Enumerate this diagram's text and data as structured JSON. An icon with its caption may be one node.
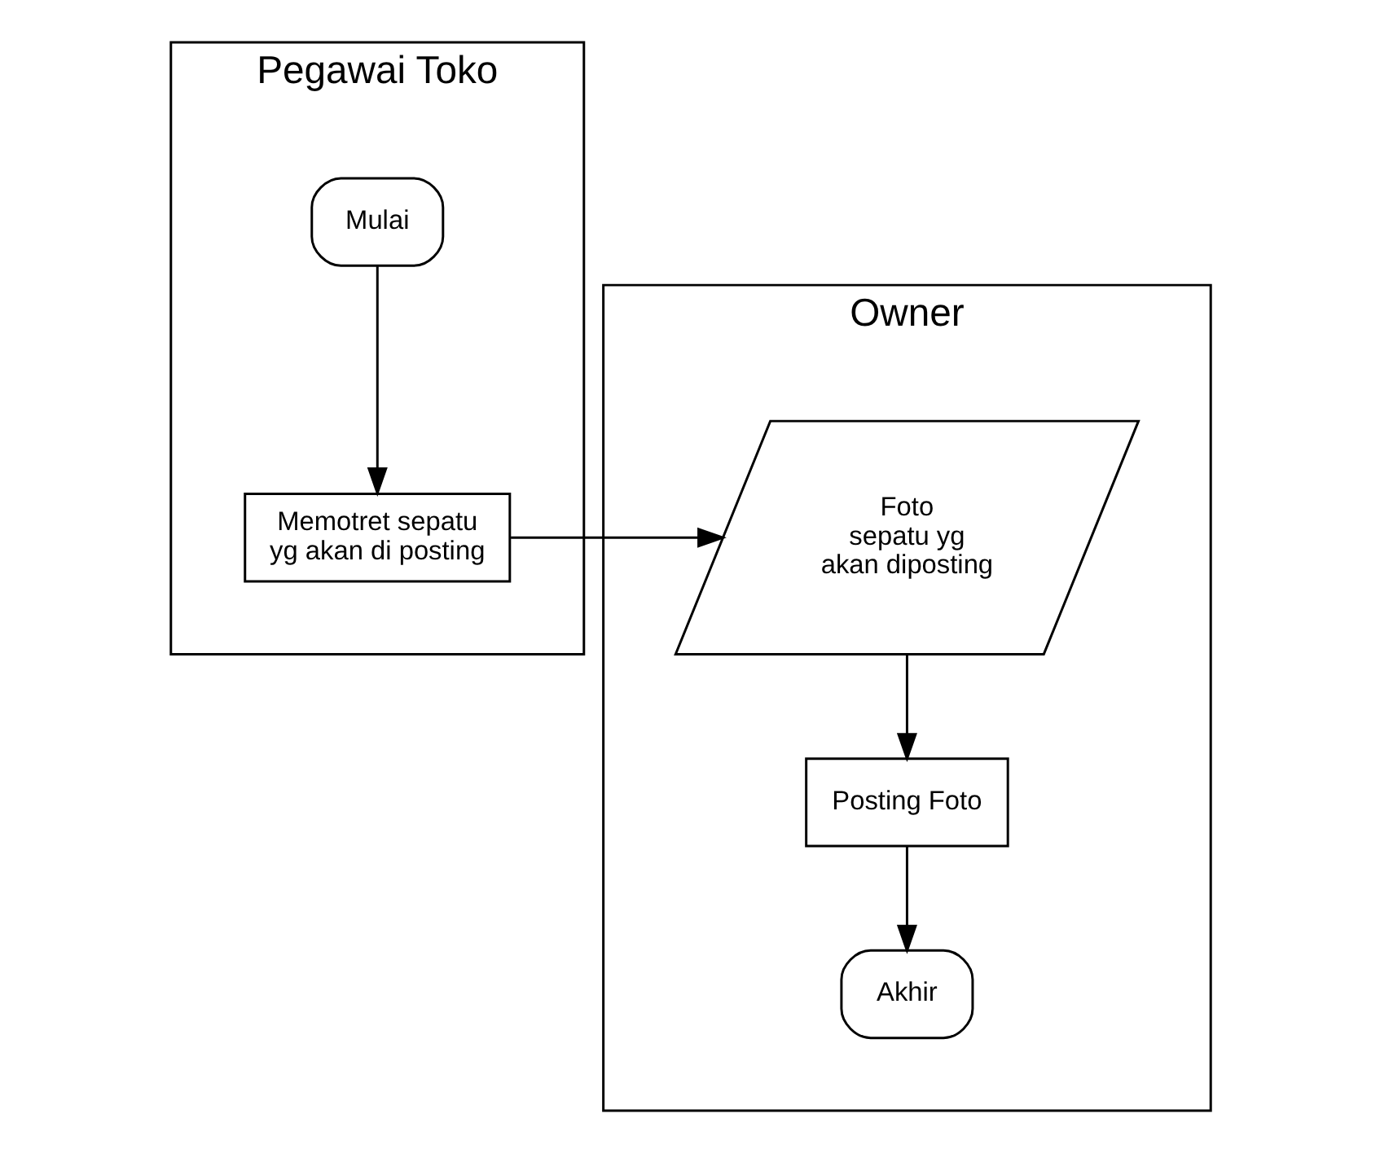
{
  "diagram": {
    "nodes": [
      {
        "text": [
          "Pegawai Toko"
        ]
      },
      {
        "text": [
          "Mulai"
        ],
        "in": 0
      },
      {
        "text": [
          "Memotret sepatu yg akan di posting"
        ],
        "in": 0
      },
      {
        "text": [
          "Owner"
        ]
      },
      {
        "text": [
          "Foto sepatu yg akan diposting"
        ],
        "in": 3
      },
      {
        "text": [
          "Posting Foto"
        ],
        "in": 3
      },
      {
        "text": [
          "Akhir"
        ],
        "in": 3
      }
    ],
    "edges": [
      {
        "from": 1,
        "to": 2,
        "arrow": "to"
      },
      {
        "from": 2,
        "to": 4,
        "arrow": "to"
      },
      {
        "from": 4,
        "to": 5,
        "arrow": "to"
      },
      {
        "from": 5,
        "to": 6,
        "arrow": "to"
      }
    ]
  }
}
